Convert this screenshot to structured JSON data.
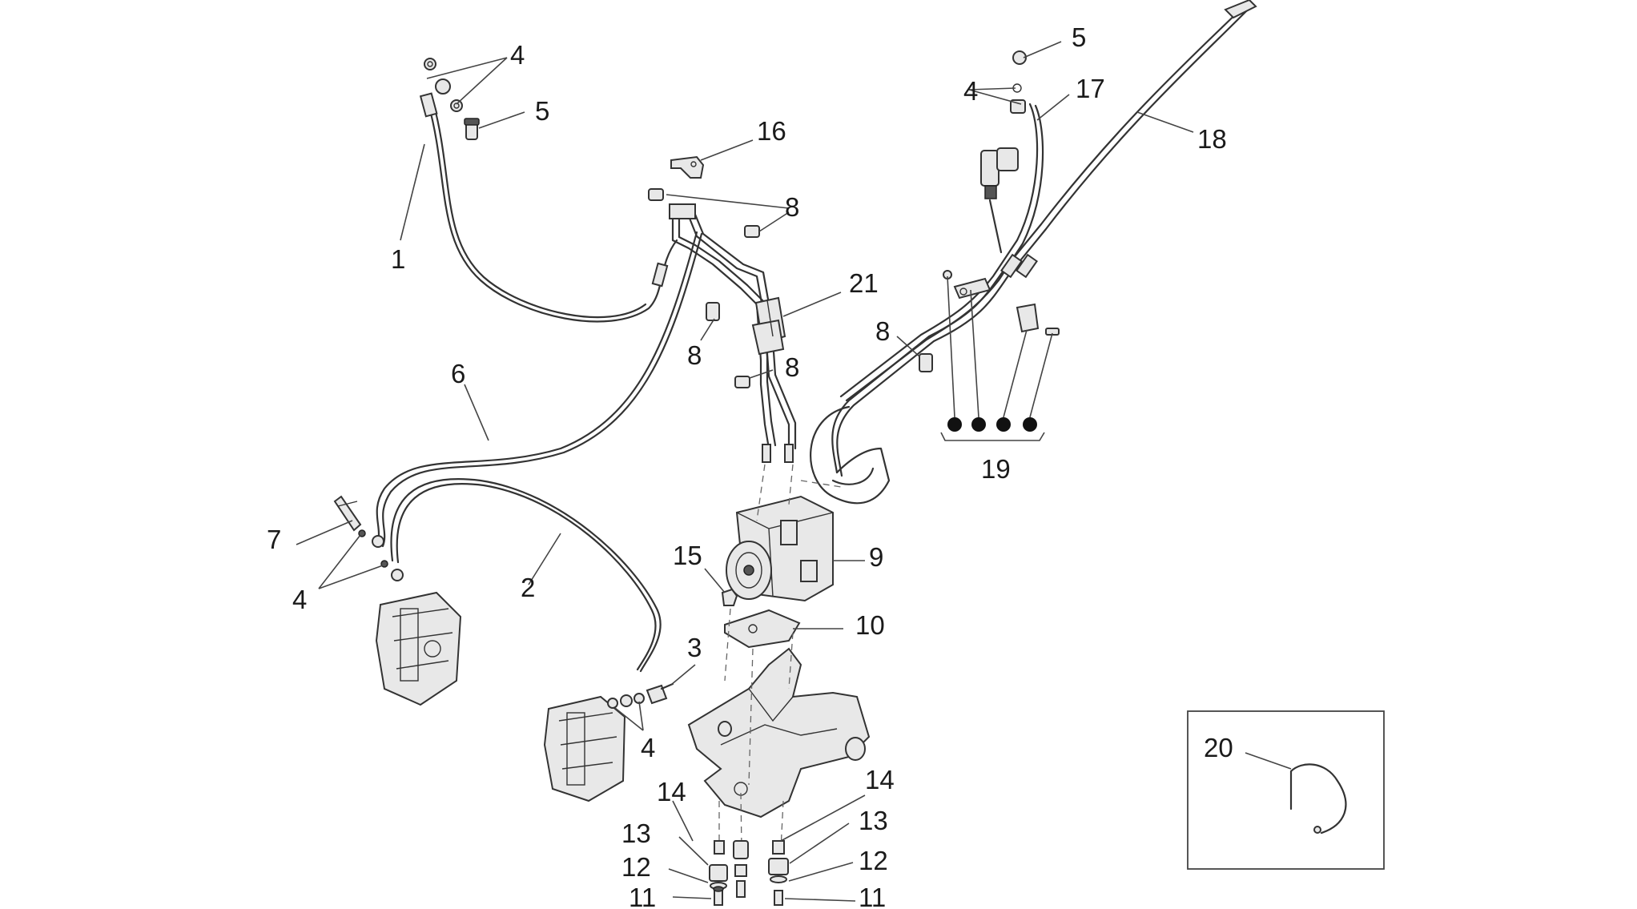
{
  "callouts": [
    {
      "id": "c1",
      "text": "1"
    },
    {
      "id": "c2",
      "text": "2"
    },
    {
      "id": "c3",
      "text": "3"
    },
    {
      "id": "c4a",
      "text": "4"
    },
    {
      "id": "c4b",
      "text": "4"
    },
    {
      "id": "c4c",
      "text": "4"
    },
    {
      "id": "c4d",
      "text": "4"
    },
    {
      "id": "c5a",
      "text": "5"
    },
    {
      "id": "c5b",
      "text": "5"
    },
    {
      "id": "c6",
      "text": "6"
    },
    {
      "id": "c7",
      "text": "7"
    },
    {
      "id": "c8a",
      "text": "8"
    },
    {
      "id": "c8b",
      "text": "8"
    },
    {
      "id": "c8c",
      "text": "8"
    },
    {
      "id": "c8d",
      "text": "8"
    },
    {
      "id": "c9",
      "text": "9"
    },
    {
      "id": "c10",
      "text": "10"
    },
    {
      "id": "c11a",
      "text": "11"
    },
    {
      "id": "c11b",
      "text": "11"
    },
    {
      "id": "c12a",
      "text": "12"
    },
    {
      "id": "c12b",
      "text": "12"
    },
    {
      "id": "c13a",
      "text": "13"
    },
    {
      "id": "c13b",
      "text": "13"
    },
    {
      "id": "c14a",
      "text": "14"
    },
    {
      "id": "c14b",
      "text": "14"
    },
    {
      "id": "c15",
      "text": "15"
    },
    {
      "id": "c16",
      "text": "16"
    },
    {
      "id": "c17",
      "text": "17"
    },
    {
      "id": "c18",
      "text": "18"
    },
    {
      "id": "c19",
      "text": "19"
    },
    {
      "id": "c20",
      "text": "20"
    },
    {
      "id": "c21",
      "text": "21"
    }
  ]
}
